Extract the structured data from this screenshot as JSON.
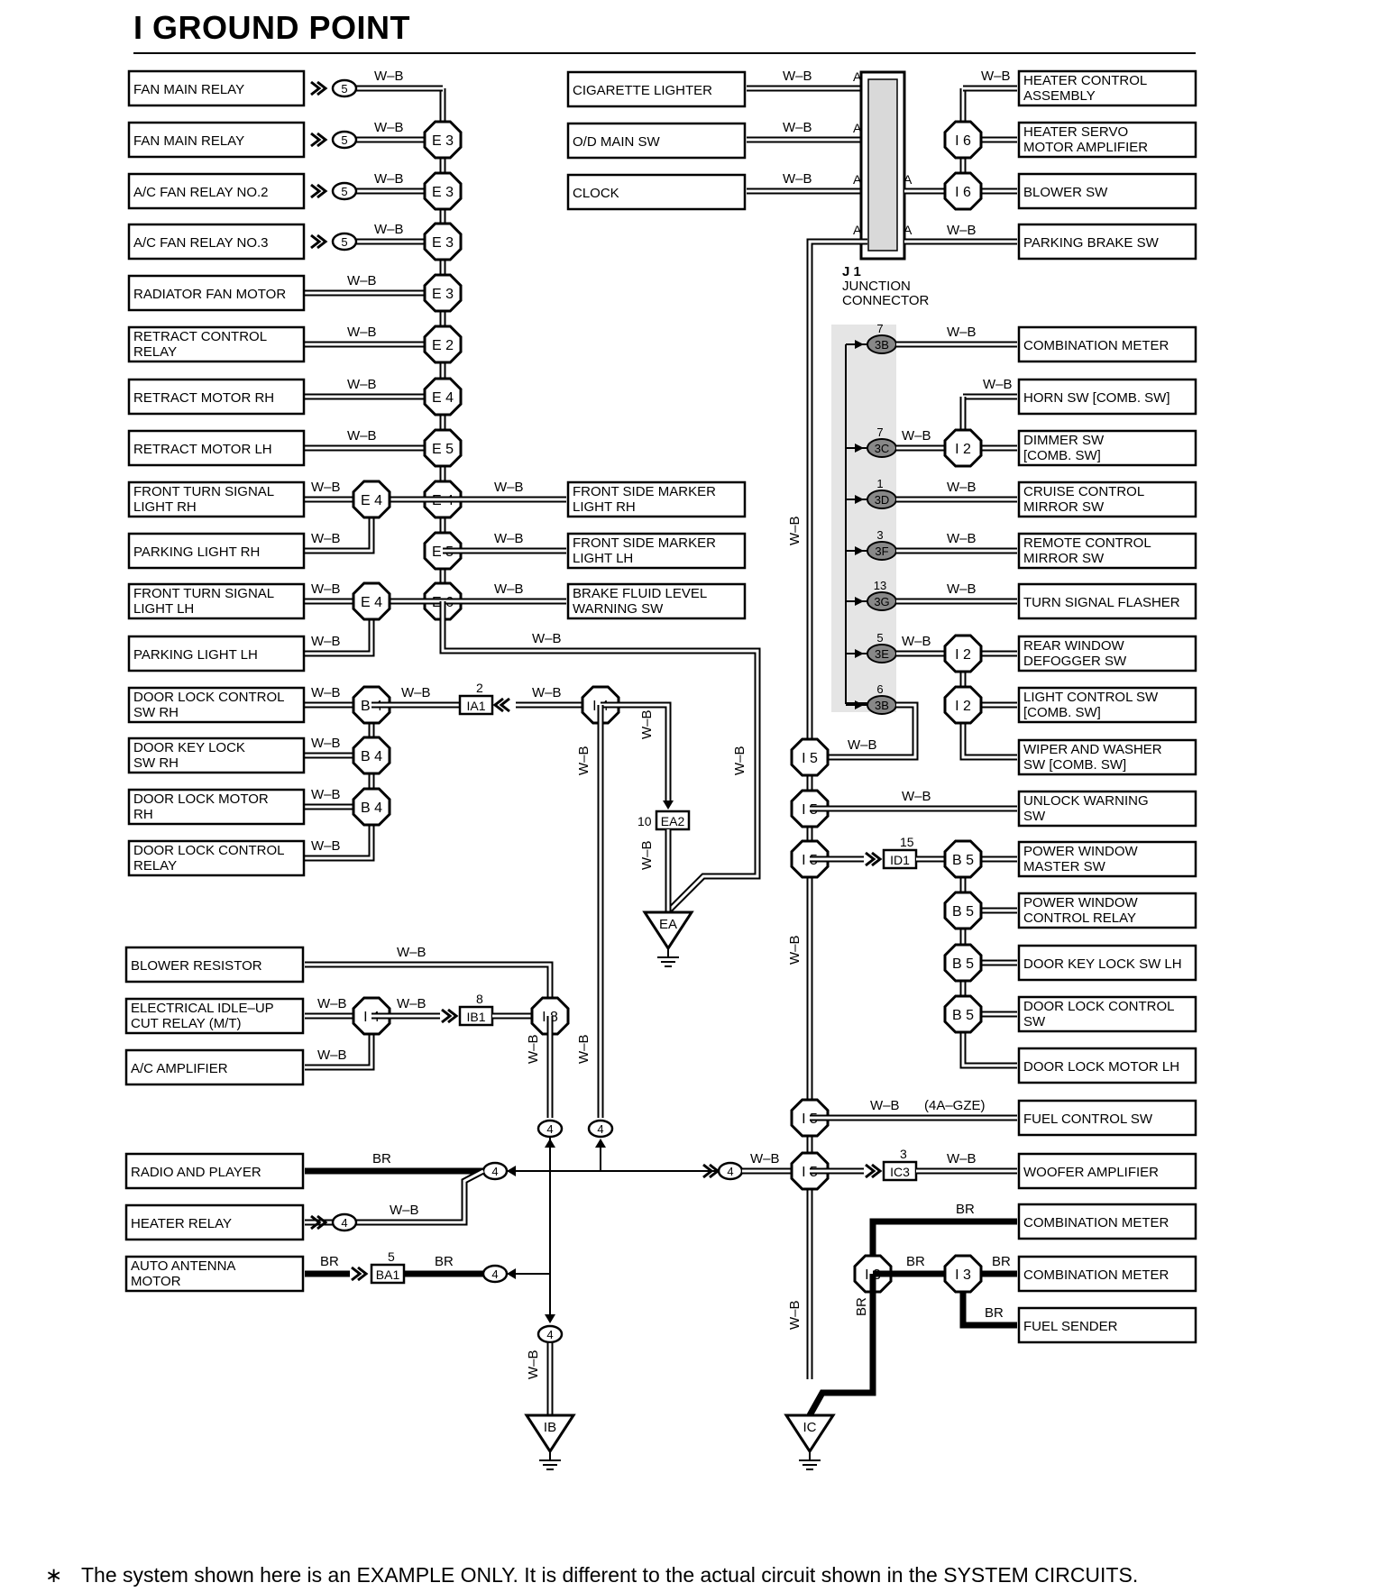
{
  "title": "I  GROUND POINT",
  "footnote": {
    "mark": "∗",
    "text": "The system shown here is an EXAMPLE ONLY. It is different to the actual circuit shown in the SYSTEM CIRCUITS."
  },
  "wire_labels": {
    "wb": "W–B",
    "br": "BR",
    "wb_4agze": "(4A–GZE)",
    "a": "A"
  },
  "junction": {
    "id": "J 1",
    "label1": "JUNCTION",
    "label2": "CONNECTOR"
  },
  "components": {
    "fan_main_relay_1": [
      "FAN MAIN RELAY"
    ],
    "fan_main_relay_2": [
      "FAN MAIN RELAY"
    ],
    "ac_fan_relay_2": [
      "A/C FAN RELAY NO.2"
    ],
    "ac_fan_relay_3": [
      "A/C FAN RELAY NO.3"
    ],
    "radiator_fan_motor": [
      "RADIATOR FAN MOTOR"
    ],
    "retract_control_relay": [
      "RETRACT CONTROL",
      "RELAY"
    ],
    "retract_motor_rh": [
      "RETRACT MOTOR RH"
    ],
    "retract_motor_lh": [
      "RETRACT MOTOR LH"
    ],
    "front_turn_rh": [
      "FRONT TURN SIGNAL",
      " LIGHT RH"
    ],
    "parking_light_rh": [
      "PARKING LIGHT RH"
    ],
    "front_turn_lh": [
      "FRONT TURN SIGNAL",
      "LIGHT LH"
    ],
    "parking_light_lh": [
      "PARKING LIGHT LH"
    ],
    "door_lock_ctrl_sw_rh": [
      "DOOR LOCK CONTROL",
      "SW RH"
    ],
    "door_key_lock_sw_rh": [
      "DOOR KEY LOCK",
      "SW RH"
    ],
    "door_lock_motor_rh": [
      "DOOR LOCK MOTOR",
      "RH"
    ],
    "door_lock_ctrl_relay": [
      "DOOR LOCK CONTROL",
      "RELAY"
    ],
    "blower_resistor": [
      "BLOWER RESISTOR"
    ],
    "elec_idle_up": [
      "ELECTRICAL IDLE–UP",
      "CUT RELAY (M/T)"
    ],
    "ac_amplifier": [
      "A/C AMPLIFIER"
    ],
    "radio_player": [
      "RADIO AND PLAYER"
    ],
    "heater_relay": [
      "HEATER RELAY"
    ],
    "auto_antenna": [
      "AUTO ANTENNA",
      "MOTOR"
    ],
    "cigarette_lighter": [
      "CIGARETTE LIGHTER"
    ],
    "od_main_sw": [
      "O/D MAIN SW"
    ],
    "clock": [
      "CLOCK"
    ],
    "front_side_marker_rh": [
      "FRONT SIDE MARKER",
      "LIGHT RH"
    ],
    "front_side_marker_lh": [
      "FRONT SIDE MARKER",
      "LIGHT LH"
    ],
    "brake_fluid": [
      "BRAKE FLUID LEVEL",
      "WARNING SW"
    ],
    "heater_ctrl_assy": [
      "HEATER CONTROL",
      "ASSEMBLY"
    ],
    "heater_servo": [
      "HEATER SERVO",
      "MOTOR AMPLIFIER"
    ],
    "blower_sw": [
      "BLOWER SW"
    ],
    "parking_brake_sw": [
      "PARKING BRAKE SW"
    ],
    "combination_meter_1": [
      "COMBINATION METER"
    ],
    "horn_sw": [
      "HORN SW [COMB. SW]"
    ],
    "dimmer_sw": [
      "DIMMER SW",
      "[COMB. SW]"
    ],
    "cruise_mirror": [
      "CRUISE CONTROL",
      "MIRROR SW"
    ],
    "remote_mirror": [
      "REMOTE CONTROL",
      "MIRROR SW"
    ],
    "turn_flasher": [
      "TURN SIGNAL FLASHER"
    ],
    "rear_defogger": [
      "REAR WINDOW",
      "DEFOGGER SW"
    ],
    "light_ctrl_sw": [
      "LIGHT CONTROL SW",
      "[COMB. SW]"
    ],
    "wiper_washer": [
      "WIPER AND WASHER",
      "SW [COMB. SW]"
    ],
    "unlock_warning": [
      " UNLOCK WARNING",
      " SW"
    ],
    "pw_master": [
      "POWER WINDOW",
      "MASTER SW"
    ],
    "pw_relay": [
      "POWER WINDOW",
      "CONTROL RELAY"
    ],
    "door_key_lock_lh": [
      "DOOR KEY LOCK SW LH"
    ],
    "door_lock_ctrl_sw_lh": [
      "DOOR LOCK CONTROL",
      " SW"
    ],
    "door_lock_motor_lh": [
      "DOOR LOCK MOTOR LH"
    ],
    "fuel_control_sw": [
      "FUEL CONTROL SW"
    ],
    "woofer_amp": [
      "WOOFER AMPLIFIER"
    ],
    "combination_meter_2": [
      "COMBINATION METER"
    ],
    "combination_meter_3": [
      "COMBINATION METER"
    ],
    "fuel_sender": [
      "FUEL SENDER"
    ]
  },
  "splices": {
    "E3": "E 3",
    "E2": "E 2",
    "E4": "E 4",
    "E5": "E 5",
    "E6": "E 6",
    "B4": "B 4",
    "I4": "I 4",
    "I8": "I 8",
    "I5": "I 5",
    "B5": "B 5",
    "I6": "I 6",
    "I2": "I 2",
    "I3": "I 3"
  },
  "connectors": {
    "IA1": {
      "label": "IA1",
      "pin": "2"
    },
    "EA2": {
      "label": "EA2",
      "pin": "10"
    },
    "IB1": {
      "label": "IB1",
      "pin": "8"
    },
    "BA1": {
      "label": "BA1",
      "pin": "5"
    },
    "ID1": {
      "label": "ID1",
      "pin": "15"
    },
    "IC3": {
      "label": "IC3",
      "pin": "3"
    }
  },
  "j1_connectors": [
    {
      "label": "3B",
      "pin": "7"
    },
    {
      "label": "3C",
      "pin": "7"
    },
    {
      "label": "3D",
      "pin": "1"
    },
    {
      "label": "3F",
      "pin": "3"
    },
    {
      "label": "3G",
      "pin": "13"
    },
    {
      "label": "3E",
      "pin": "5"
    },
    {
      "label": "3B",
      "pin": "6"
    }
  ],
  "pins": {
    "p4": "4",
    "p5": "5"
  },
  "grounds": {
    "EA": "EA",
    "IB": "IB",
    "IC": "IC"
  }
}
